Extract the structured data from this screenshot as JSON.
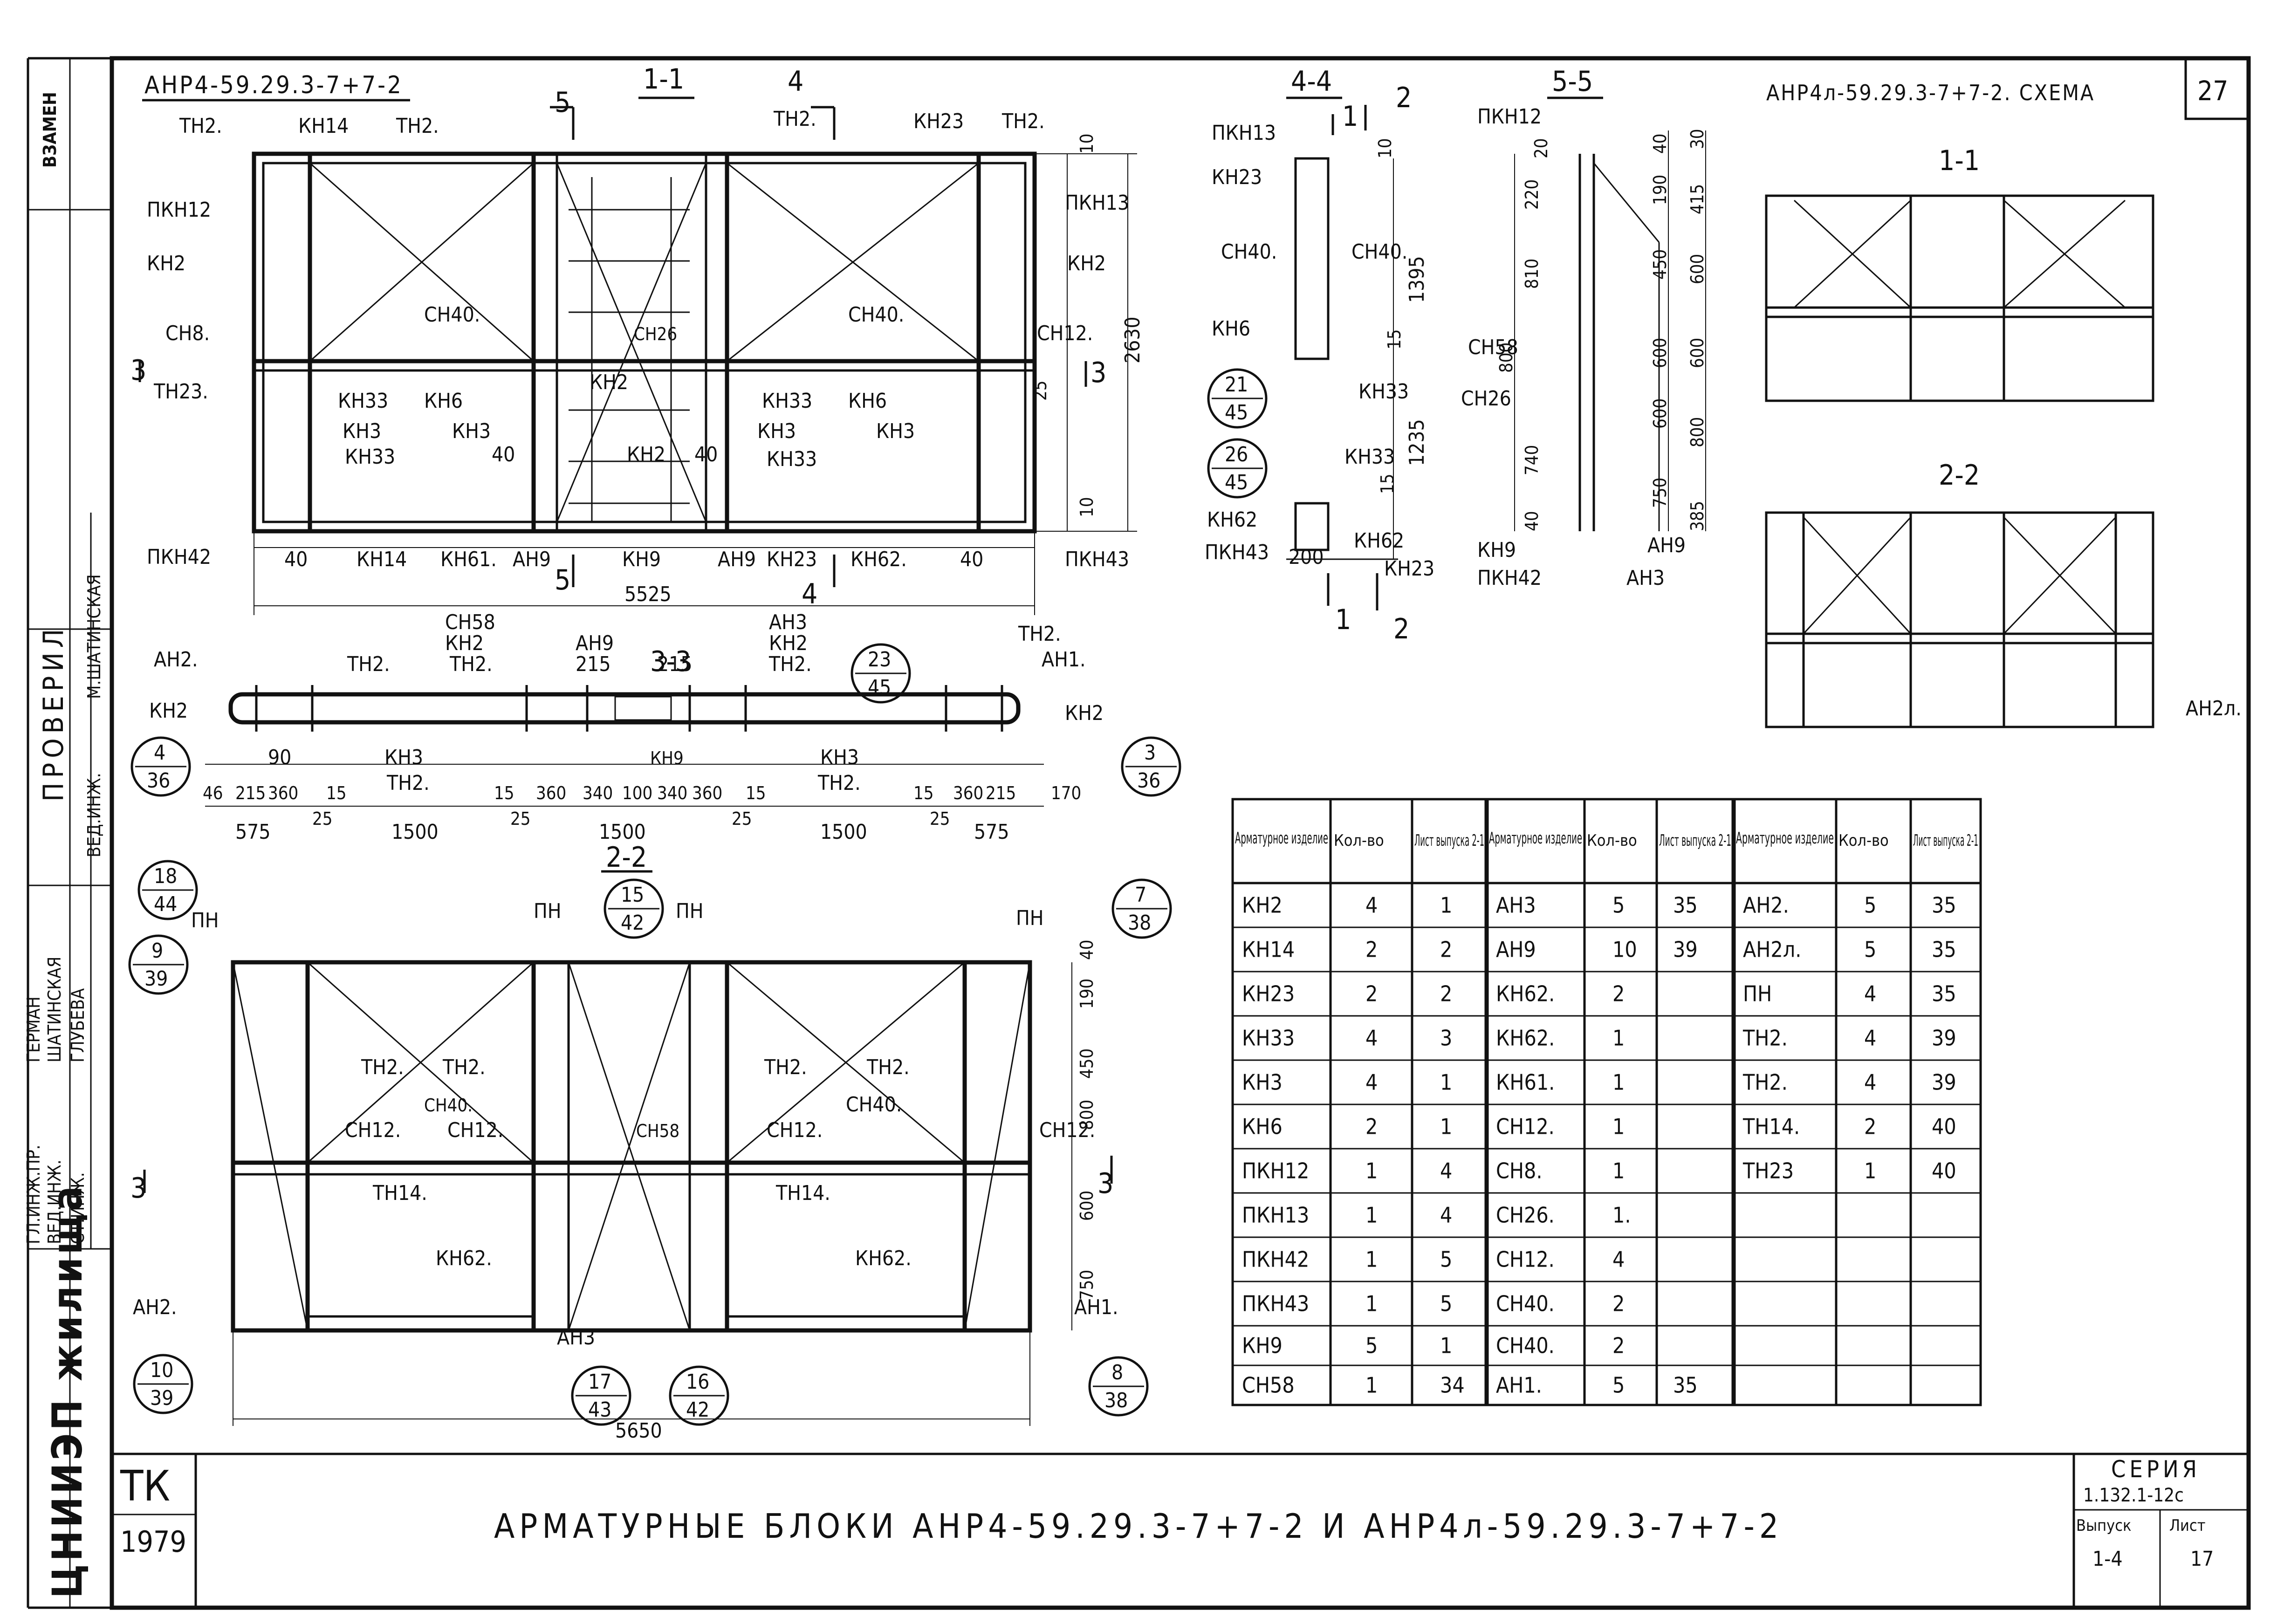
{
  "sheet": {
    "top_left_title": "АНР4-59.29.3-7+7-2",
    "top_right_title": "АНР4л-59.29.3-7+7-2. СХЕМА",
    "sheet_number": "27",
    "main_title": "АРМАТУРНЫЕ БЛОКИ АНР4-59.29.3-7+7-2 И АНР4л-59.29.3-7+7-2",
    "org": "ЦНИИЭП жилища",
    "tk": "ТК",
    "year": "1979",
    "series_label": "СЕРИЯ",
    "series_value": "1.132.1-12с",
    "issue_label": "Выпуск",
    "issue_value": "1-4",
    "list_label": "Лист",
    "list_value": "17",
    "side_vzamen": "ВЗАМЕН",
    "side_proveril": "ПРОВЕРИЛ",
    "side_roles": [
      "ГЛ.ИНЖ.ПР.",
      "ВЕД.ИНЖ.",
      "СТ.ИНЖ."
    ],
    "side_names": [
      "ГЕРМАН",
      "ШАТИНСКАЯ",
      "ГЛУБЕВА"
    ],
    "side_ved_inzh": "ВЕД.ИНЖ.",
    "side_ved_name": "М.ШАТИНСКАЯ"
  },
  "view_1_1": {
    "section": "1-1",
    "labels_top": [
      "ТН2.",
      "КН14",
      "ТН2.",
      "ТН2.",
      "КН23",
      "ТН2."
    ],
    "labels_left": [
      "ПКН12",
      "КН2",
      "СН8.",
      "ТН23.",
      "ПКН42"
    ],
    "labels_right": [
      "ПКН13",
      "КН2",
      "СН12.",
      "ПКН43"
    ],
    "labels_inner": [
      "СН40.",
      "СН26",
      "СН40.",
      "КН33",
      "КН6",
      "КН3",
      "КН3",
      "КН33",
      "КН2",
      "КН2",
      "КН33",
      "КН6",
      "КН3",
      "КН3",
      "КН33"
    ],
    "labels_bottom": [
      "КН14",
      "КН61.",
      "АН9",
      "КН9",
      "АН9",
      "КН23",
      "КН62."
    ],
    "dims": [
      "40",
      "40",
      "40",
      "40",
      "10",
      "25",
      "10",
      "2630"
    ],
    "overall": "5525",
    "cut_marks": [
      "5",
      "4",
      "5",
      "4",
      "3",
      "3"
    ]
  },
  "view_3_3": {
    "section": "3-3",
    "labels": [
      "АН2.",
      "КН2",
      "ТН2.",
      "СН58",
      "КН2",
      "ТН2.",
      "АН9",
      "АН3",
      "КН2",
      "ТН2.",
      "ТН2.",
      "АН1.",
      "КН2",
      "КН3",
      "ТН2.",
      "КН9",
      "КН3",
      "ТН2."
    ],
    "dims_row": [
      "46",
      "215",
      "360",
      "15",
      "15",
      "360",
      "340",
      "100",
      "340",
      "360",
      "15",
      "15",
      "360",
      "215",
      "170"
    ],
    "dims_90": "90",
    "dims_215": [
      "215",
      "215"
    ],
    "dims_25": [
      "25",
      "25",
      "25",
      "25"
    ],
    "dims_bottom": [
      "575",
      "1500",
      "1500",
      "1500",
      "575"
    ],
    "callouts": [
      {
        "top": "4",
        "bottom": "36"
      },
      {
        "top": "23",
        "bottom": "45"
      },
      {
        "top": "3",
        "bottom": "36"
      }
    ]
  },
  "view_2_2": {
    "section": "2-2",
    "labels": [
      "ПН",
      "ПН",
      "ПН",
      "ПН",
      "ТН2.",
      "ТН2.",
      "СН40.",
      "СН12.",
      "СН12.",
      "СН58",
      "ТН2.",
      "ТН2.",
      "СН40.",
      "СН12.",
      "СН12.",
      "ТН14.",
      "ТН14.",
      "КН62.",
      "КН62.",
      "АН2.",
      "АН1.",
      "АН3"
    ],
    "dims_right": [
      "40",
      "190",
      "450",
      "800",
      "600",
      "750"
    ],
    "overall": "5650",
    "cut_marks": [
      "3",
      "3"
    ],
    "callouts": [
      {
        "top": "18",
        "bottom": "44"
      },
      {
        "top": "9",
        "bottom": "39"
      },
      {
        "top": "15",
        "bottom": "42"
      },
      {
        "top": "7",
        "bottom": "38"
      },
      {
        "top": "10",
        "bottom": "39"
      },
      {
        "top": "17",
        "bottom": "43"
      },
      {
        "top": "16",
        "bottom": "42"
      },
      {
        "top": "8",
        "bottom": "38"
      }
    ]
  },
  "view_4_4": {
    "section": "4-4",
    "labels": [
      "ПКН13",
      "КН23",
      "СН40.",
      "СН40.",
      "КН6",
      "КН33",
      "КН33",
      "КН62",
      "ПКН43",
      "КН62",
      "КН23"
    ],
    "dims": [
      "10",
      "1395",
      "15",
      "1235",
      "15",
      "200"
    ],
    "cut_marks": [
      "1",
      "2",
      "1",
      "2"
    ],
    "callouts": [
      {
        "top": "21",
        "bottom": "45"
      },
      {
        "top": "26",
        "bottom": "45"
      }
    ]
  },
  "view_5_5": {
    "section": "5-5",
    "labels": [
      "ПКН12",
      "СН58",
      "СН26",
      "КН9",
      "ПКН42",
      "АН9",
      "АН3"
    ],
    "dims_left": [
      "20",
      "220",
      "810",
      "800",
      "740",
      "40"
    ],
    "dims_mid": [
      "40",
      "190",
      "450",
      "600",
      "600",
      "750"
    ],
    "dims_right": [
      "30",
      "415",
      "600",
      "600",
      "800",
      "385"
    ]
  },
  "schema": {
    "views": [
      "1-1",
      "2-2"
    ],
    "label": "АН2л."
  },
  "table": {
    "headers": [
      "Арматурное изделие",
      "Кол-во",
      "Лист выпуска 2-1"
    ],
    "col1": [
      [
        "КН2",
        "4",
        "1"
      ],
      [
        "КН14",
        "2",
        "2"
      ],
      [
        "КН23",
        "2",
        "2"
      ],
      [
        "КН33",
        "4",
        "3"
      ],
      [
        "КН3",
        "4",
        "1"
      ],
      [
        "КН6",
        "2",
        "1"
      ],
      [
        "ПКН12",
        "1",
        "4"
      ],
      [
        "ПКН13",
        "1",
        "4"
      ],
      [
        "ПКН42",
        "1",
        "5"
      ],
      [
        "ПКН43",
        "1",
        "5"
      ],
      [
        "КН9",
        "5",
        "1"
      ],
      [
        "СН58",
        "1",
        "34"
      ]
    ],
    "col2": [
      [
        "АН3",
        "5",
        "35"
      ],
      [
        "АН9",
        "10",
        "39"
      ],
      [
        "КН62.",
        "2",
        ""
      ],
      [
        "КН62.",
        "1",
        ""
      ],
      [
        "КН61.",
        "1",
        ""
      ],
      [
        "СН12.",
        "1",
        ""
      ],
      [
        "СН8.",
        "1",
        ""
      ],
      [
        "СН26.",
        "1.",
        ""
      ],
      [
        "СН12.",
        "4",
        ""
      ],
      [
        "СН40.",
        "2",
        ""
      ],
      [
        "СН40.",
        "2",
        ""
      ],
      [
        "АН1.",
        "5",
        "35"
      ]
    ],
    "col3": [
      [
        "АН2.",
        "5",
        "35"
      ],
      [
        "АН2л.",
        "5",
        "35"
      ],
      [
        "ПН",
        "4",
        "35"
      ],
      [
        "ТН2.",
        "4",
        "39"
      ],
      [
        "ТН2.",
        "4",
        "39"
      ],
      [
        "ТН14.",
        "2",
        "40"
      ],
      [
        "ТН23",
        "1",
        "40"
      ],
      [
        "",
        "",
        ""
      ],
      [
        "",
        "",
        ""
      ],
      [
        "",
        "",
        ""
      ],
      [
        "",
        "",
        ""
      ],
      [
        "",
        "",
        ""
      ]
    ]
  }
}
